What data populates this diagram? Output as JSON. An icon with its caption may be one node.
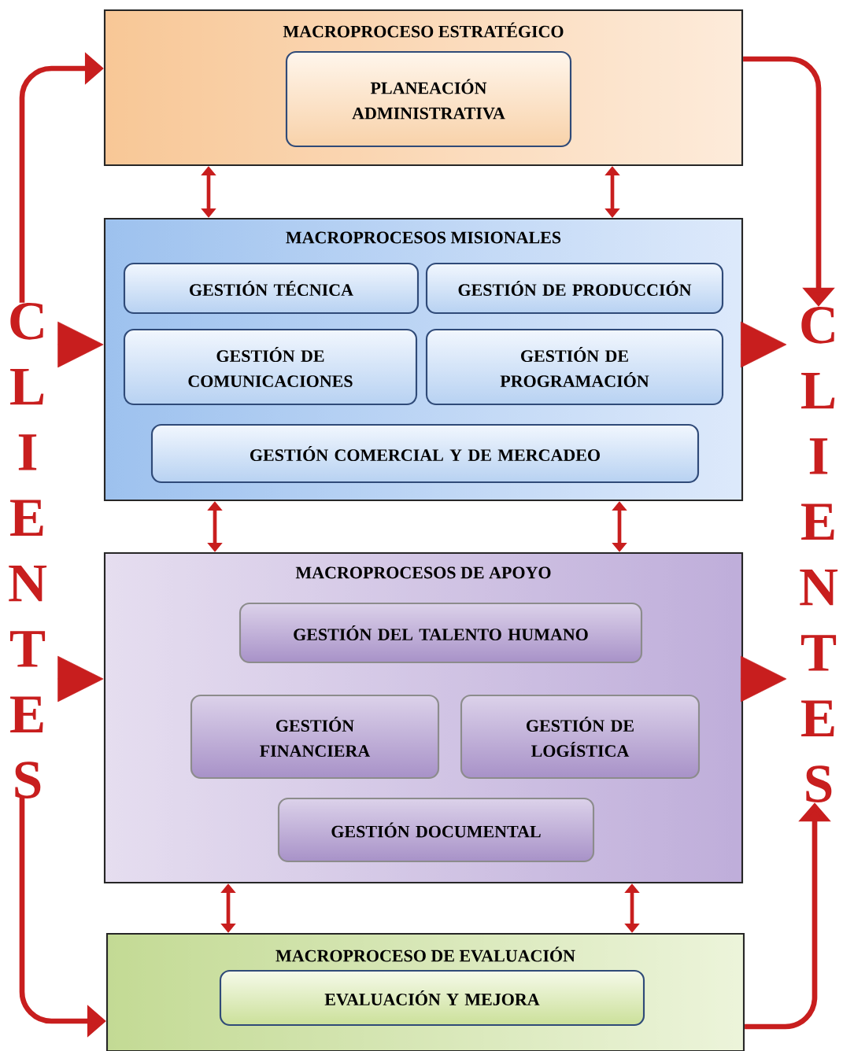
{
  "diagram": {
    "nodes": [
      {
        "text": [
          "MACROPROCESO ESTRATÉGICO"
        ]
      },
      {
        "text": [
          "PLANEACIÓN ADMINISTRATIVA"
        ],
        "in": 0
      },
      {
        "text": [
          "MACROPROCESOS MISIONALES"
        ]
      },
      {
        "text": [
          "GESTIÓN TÉCNICA"
        ],
        "in": 2
      },
      {
        "text": [
          "GESTIÓN DE PRODUCCIÓN"
        ],
        "in": 2
      },
      {
        "text": [
          "GESTIÓN DE COMUNICACIONES"
        ],
        "in": 2
      },
      {
        "text": [
          "GESTIÓN DE PROGRAMACIÓN"
        ],
        "in": 2
      },
      {
        "text": [
          "GESTIÓN COMERCIAL Y DE MERCADEO"
        ],
        "in": 2
      },
      {
        "text": [
          "MACROPROCESOS DE APOYO"
        ]
      },
      {
        "text": [
          "GESTIÓN DEL TALENTO HUMANO"
        ],
        "in": 8
      },
      {
        "text": [
          "GESTIÓN FINANCIERA"
        ],
        "in": 8
      },
      {
        "text": [
          "GESTIÓN DE LOGÍSTICA"
        ],
        "in": 8
      },
      {
        "text": [
          "GESTIÓN DOCUMENTAL"
        ],
        "in": 8
      },
      {
        "text": [
          "MACROPROCESO DE EVALUACIÓN"
        ]
      },
      {
        "text": [
          "EVALUACIÓN Y MEJORA"
        ],
        "in": 13
      },
      {
        "text": [
          "CLIENTES"
        ]
      },
      {
        "text": [
          "CLIENTES"
        ]
      }
    ],
    "edges": [
      {
        "from": 0,
        "to": 2,
        "arrow": "both"
      },
      {
        "from": 0,
        "to": 2,
        "arrow": "both"
      },
      {
        "from": 2,
        "to": 8,
        "arrow": "both"
      },
      {
        "from": 2,
        "to": 8,
        "arrow": "both"
      },
      {
        "from": 8,
        "to": 13,
        "arrow": "both"
      },
      {
        "from": 8,
        "to": 13,
        "arrow": "both"
      },
      {
        "from": 15,
        "to": 0,
        "arrow": "to"
      },
      {
        "from": 0,
        "to": 16,
        "arrow": "to"
      },
      {
        "from": 15,
        "to": 13,
        "arrow": "to"
      },
      {
        "from": 13,
        "to": 16,
        "arrow": "to"
      },
      {
        "from": 15,
        "to": 2,
        "arrow": "to"
      },
      {
        "from": 15,
        "to": 8,
        "arrow": "to"
      },
      {
        "from": 2,
        "to": 16,
        "arrow": "to"
      },
      {
        "from": 8,
        "to": 16,
        "arrow": "to"
      }
    ]
  }
}
